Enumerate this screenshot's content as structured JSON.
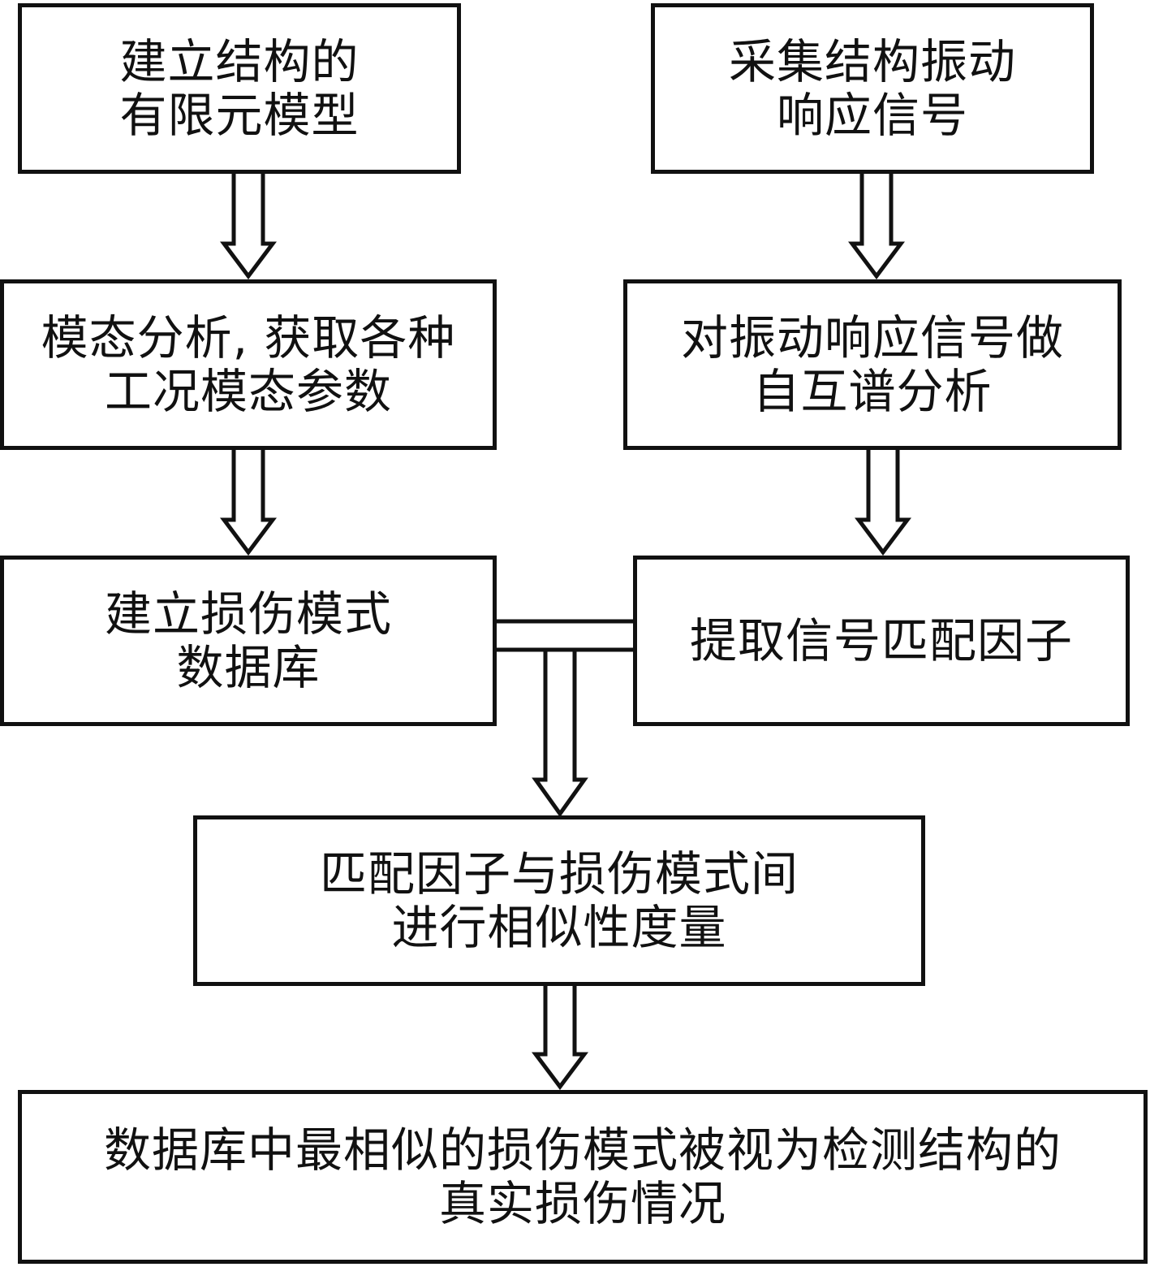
{
  "diagram": {
    "boxes": {
      "fem_model": {
        "lines": [
          "建立结构的",
          "有限元模型"
        ]
      },
      "collect_signal": {
        "lines": [
          "采集结构振动",
          "响应信号"
        ]
      },
      "modal_analysis": {
        "lines": [
          "模态分析, 获取各种",
          "工况模态参数"
        ]
      },
      "spectrum_analysis": {
        "lines": [
          "对振动响应信号做",
          "自互谱分析"
        ]
      },
      "damage_database": {
        "lines": [
          "建立损伤模式",
          "数据库"
        ]
      },
      "matching_factor": {
        "lines": [
          "提取信号匹配因子"
        ]
      },
      "similarity_measure": {
        "lines": [
          "匹配因子与损伤模式间",
          "进行相似性度量"
        ]
      },
      "result": {
        "lines": [
          "数据库中最相似的损伤模式被视为检测结构的",
          "真实损伤情况"
        ]
      }
    }
  }
}
